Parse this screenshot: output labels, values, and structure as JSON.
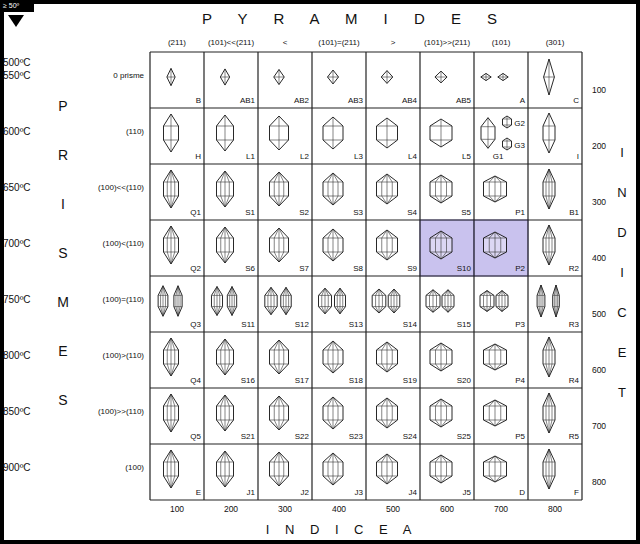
{
  "diagram": {
    "labels": [
      "≥ 50º",
      "P Y R A M I D E S",
      "(211)",
      "(101)<<(211)",
      "<",
      "(101)=(211)",
      ">",
      "(101)>>(211)",
      "(101)",
      "(301)",
      "500ºC",
      "550ºC",
      "600ºC",
      "650ºC",
      "700ºC",
      "750ºC",
      "800ºC",
      "850ºC",
      "900ºC",
      "P R I S M E S",
      "0 prisme",
      "(110)",
      "(100)<<(110)",
      "(100)<(110)",
      "(100)=(110)",
      "(100)>(110)",
      "(100)>>(110)",
      "(100)",
      "100",
      "200",
      "300",
      "400",
      "500",
      "600",
      "700",
      "800",
      "100",
      "200",
      "300",
      "400",
      "500",
      "600",
      "700",
      "800",
      "I N D I C E A",
      "I N D I C E T",
      "B",
      "AB1",
      "AB2",
      "AB3",
      "AB4",
      "AB5",
      "A",
      "C",
      "H",
      "L1",
      "L2",
      "L3",
      "L4",
      "L5",
      "G1",
      "G2",
      "G3",
      "I",
      "Q1",
      "S1",
      "S2",
      "S3",
      "S4",
      "S5",
      "P1",
      "B1",
      "Q2",
      "S6",
      "S7",
      "S8",
      "S9",
      "S10",
      "P2",
      "R2",
      "Q3",
      "S11",
      "S12",
      "S13",
      "S14",
      "S15",
      "P3",
      "R3",
      "Q4",
      "S16",
      "S17",
      "S18",
      "S19",
      "S20",
      "P4",
      "R4",
      "Q5",
      "S21",
      "S22",
      "S23",
      "S24",
      "S25",
      "P5",
      "R5",
      "E",
      "J1",
      "J2",
      "J3",
      "J4",
      "J5",
      "D",
      "F"
    ]
  }
}
